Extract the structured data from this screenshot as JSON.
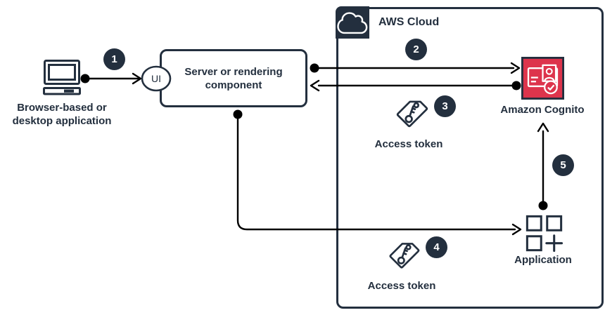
{
  "colors": {
    "ink": "#232F3E",
    "cognito_red": "#DD344C",
    "arrow_black": "#000000",
    "white": "#FFFFFF"
  },
  "cloud_group": {
    "title": "AWS Cloud"
  },
  "nodes": {
    "browser": {
      "label": "Browser-based or\ndesktop application"
    },
    "ui_circle": {
      "label": "UI"
    },
    "server": {
      "label": "Server or rendering\ncomponent"
    },
    "cognito": {
      "label": "Amazon Cognito"
    },
    "access_token_exchange": {
      "label": "Access token"
    },
    "access_token_app": {
      "label": "Access token"
    },
    "application": {
      "label": "Application"
    }
  },
  "steps": [
    {
      "number": "1"
    },
    {
      "number": "2"
    },
    {
      "number": "3"
    },
    {
      "number": "4"
    },
    {
      "number": "5"
    }
  ]
}
